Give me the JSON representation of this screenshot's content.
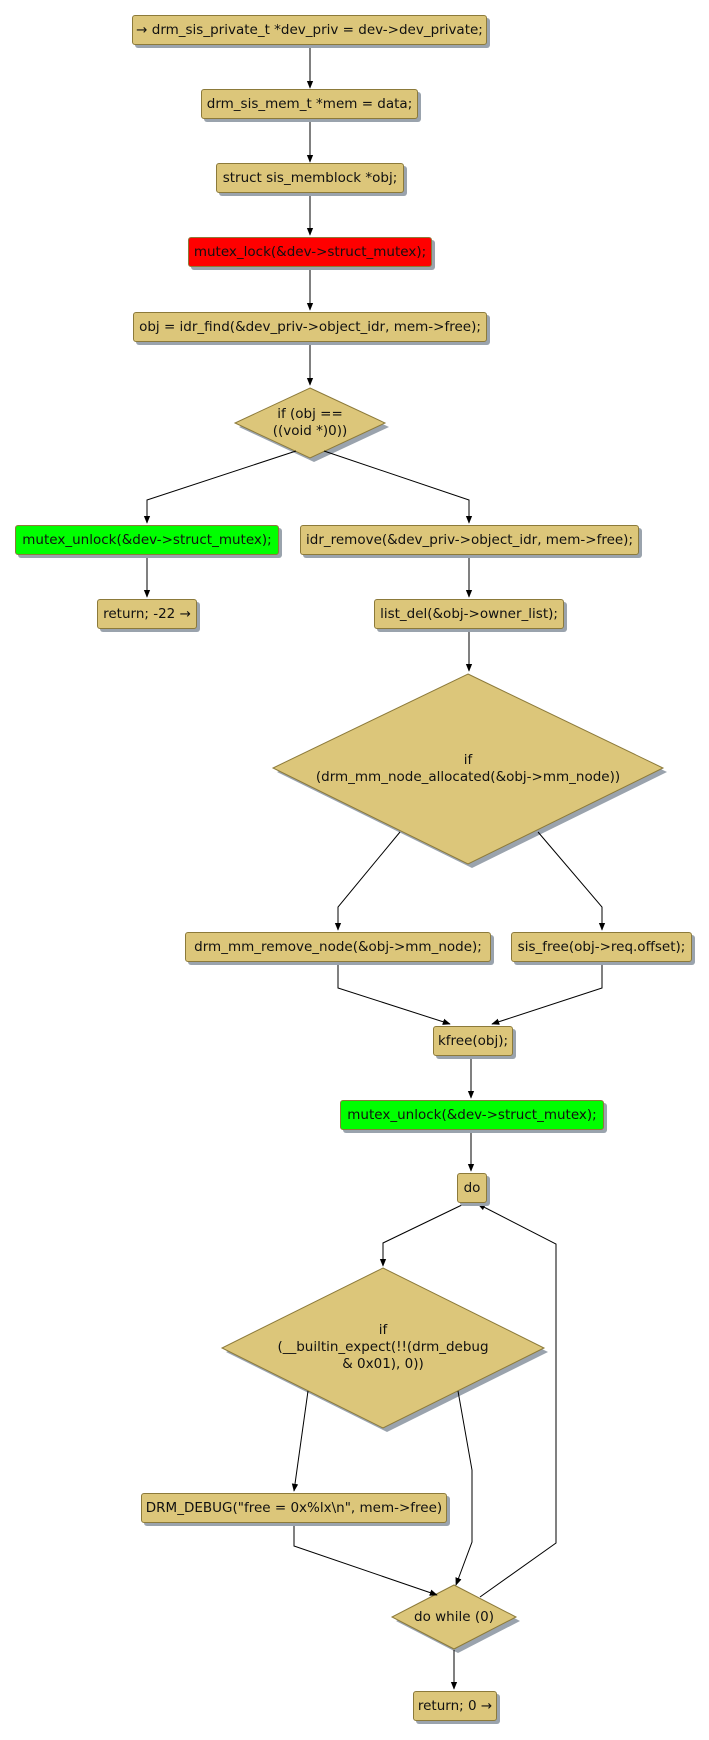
{
  "colors": {
    "node_fill": "#dcc67a",
    "node_border": "#8c7a3a",
    "lock": "#ff0000",
    "unlock": "#00ff00",
    "shadow": "#9aa3ad",
    "edge": "#000000"
  },
  "nodes": {
    "n1": "→ drm_sis_private_t *dev_priv = dev->dev_private;",
    "n2": "drm_sis_mem_t *mem = data;",
    "n3": "struct sis_memblock *obj;",
    "n4": "mutex_lock(&dev->struct_mutex);",
    "n5": "obj = idr_find(&dev_priv->object_idr, mem->free);",
    "d1": "if (obj ==\n((void *)0))",
    "n6": "mutex_unlock(&dev->struct_mutex);",
    "n7": "return; -22 →",
    "n8": "idr_remove(&dev_priv->object_idr, mem->free);",
    "n9": "list_del(&obj->owner_list);",
    "d2": "if\n(drm_mm_node_allocated(&obj->mm_node))",
    "n10": "drm_mm_remove_node(&obj->mm_node);",
    "n11": "sis_free(obj->req.offset);",
    "n12": "kfree(obj);",
    "n13": "mutex_unlock(&dev->struct_mutex);",
    "n14": "do",
    "d3": "if\n(__builtin_expect(!!(drm_debug\n& 0x01), 0))",
    "n15": "DRM_DEBUG(\"free = 0x%lx\\n\", mem->free)",
    "d4": "do while (0)",
    "n16": "return; 0 →"
  }
}
